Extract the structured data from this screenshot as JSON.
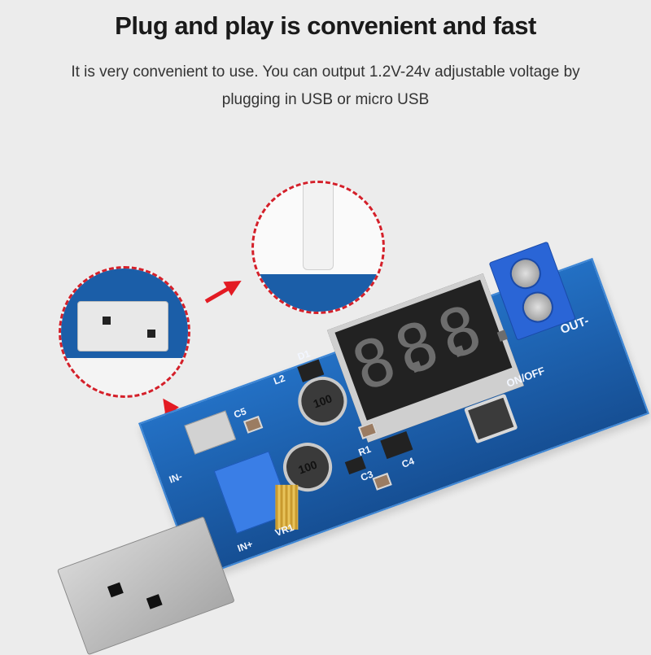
{
  "header": {
    "headline": "Plug and play is convenient and fast",
    "subtitle": "It is very convenient to use. You can output 1.2V-24v adjustable voltage by plugging in USB or micro USB"
  },
  "board": {
    "display_digits": [
      "8.",
      "8.",
      "8."
    ],
    "inductor_labels": [
      "100",
      "100"
    ],
    "silkscreen": {
      "in_minus": "IN-",
      "in_plus": "IN+",
      "vr1": "VR1",
      "c5": "C5",
      "l2": "L2",
      "d1": "D1",
      "r1": "R1",
      "c3": "C3",
      "c4": "C4",
      "on_off": "ON/OFF",
      "out_minus": "OUT-"
    }
  },
  "colors": {
    "background": "#ececec",
    "accent_red": "#e31b23",
    "pcb_blue": "#1b5ea8",
    "terminal_blue": "#2a65d6"
  }
}
